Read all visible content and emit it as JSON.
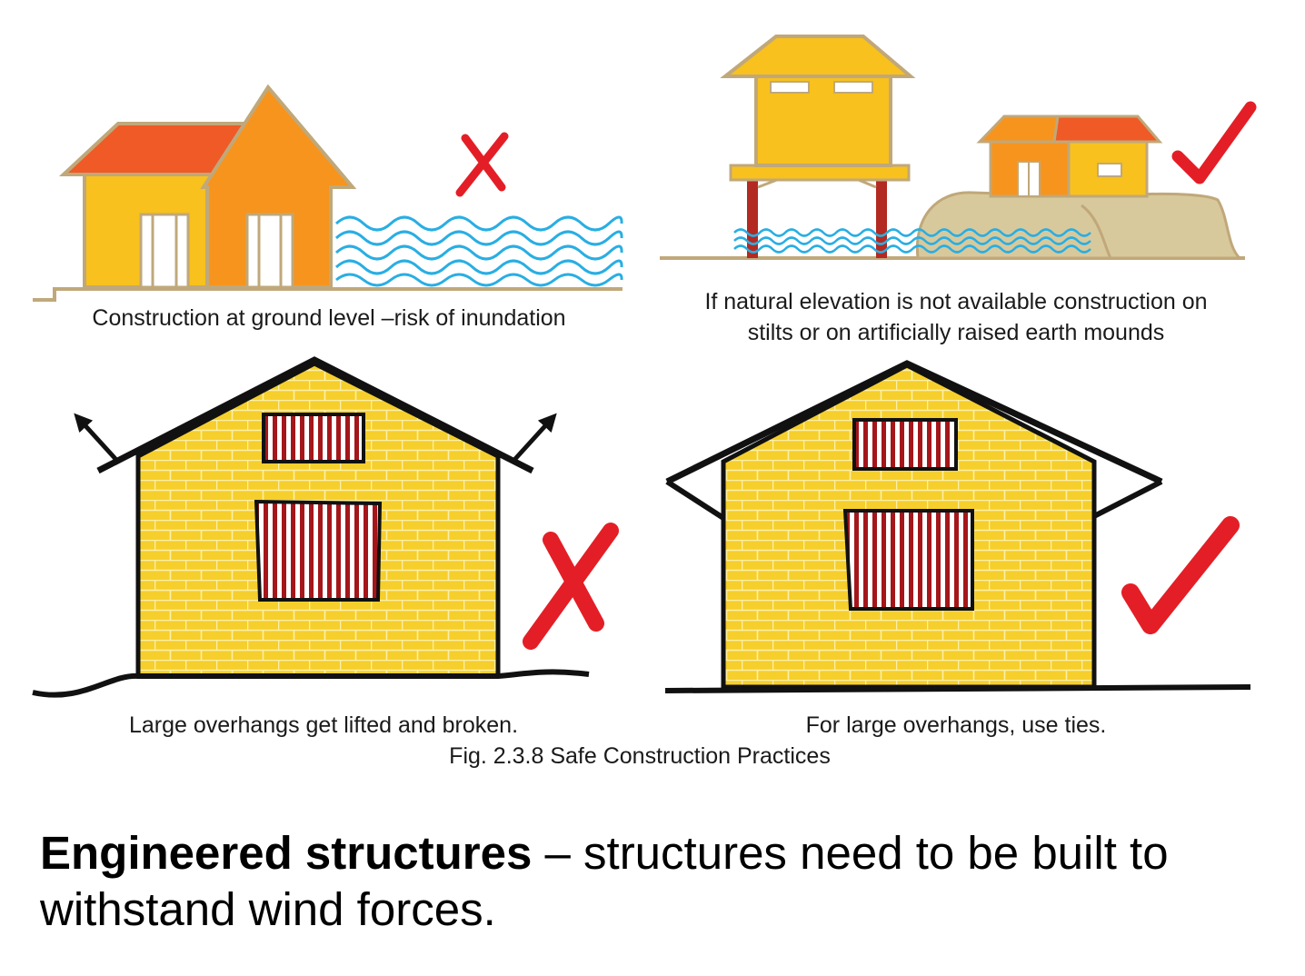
{
  "captions": {
    "ground_level": "Construction at ground level –risk of inundation",
    "elevation_line1": "If natural elevation is not available construction on",
    "elevation_line2": "stilts or on artificially raised earth mounds",
    "overhang_bad": "Large overhangs get lifted and broken.",
    "overhang_good": "For large overhangs, use ties.",
    "figure": "Fig. 2.3.8 Safe Construction Practices"
  },
  "body": {
    "term": "Engineered structures",
    "text": " – structures need to be built to withstand wind forces."
  },
  "marks": {
    "cross": "✗",
    "check": "✓"
  },
  "colors": {
    "roof_red": "#ef5a26",
    "wall_yellow": "#f8c11d",
    "wall_orange": "#f7941d",
    "outline_khaki": "#c0a87a",
    "water_blue": "#29aee3",
    "mound_beige": "#d8c99c",
    "stilt_red": "#b22a22",
    "brick_yellow": "#f6cf2c",
    "mark_red": "#e41e26",
    "window_red": "#a4161a"
  }
}
